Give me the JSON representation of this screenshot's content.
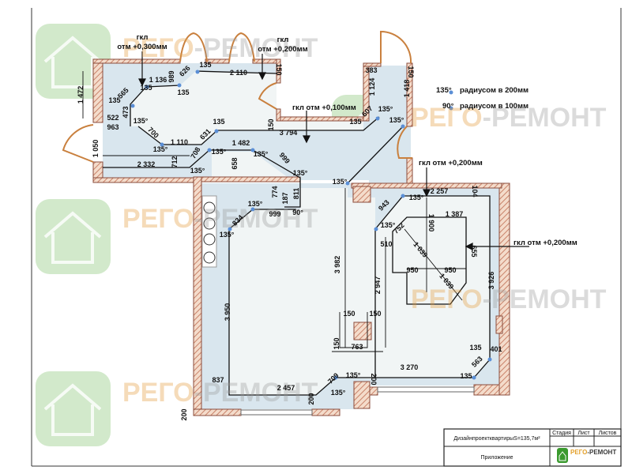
{
  "colors": {
    "wall": "#c9836a",
    "ceiling_zone": "#d9e6ee",
    "door": "#c9803e",
    "marker": "#5b8fd6",
    "watermark_green": "#7fbf6a"
  },
  "labels": {
    "gkl_1_a": "гкл",
    "gkl_1_b": "отм +0,300мм",
    "gkl_2_a": "гкл",
    "gkl_2_b": "отм +0,200мм",
    "gkl_3": "гкл отм +0,100мм",
    "gkl_4": "гкл отм +0,200мм",
    "gkl_5": "гкл отм +0,200мм"
  },
  "legend": [
    {
      "angle": "135°",
      "text": "радиусом в 200мм"
    },
    {
      "angle": "90°",
      "text": "радиусом в 100мм"
    }
  ],
  "watermark": {
    "part1": "РЕГО",
    "part2": "-РЕМОНТ"
  },
  "title_block": {
    "project": "ДизайнпроектквартирыS=135,7м²",
    "stage": "Стадия",
    "sheet": "Лист",
    "sheets": "Листов",
    "name": "Приложение",
    "logo_part1": "РЕГО",
    "logo_part2": "-РЕМОНТ"
  },
  "dims": [
    "1 472",
    "989",
    "626",
    "135",
    "2 110",
    "150",
    "1 136",
    "565",
    "135",
    "135",
    "135",
    "473",
    "522",
    "963",
    "135°",
    "700",
    "135",
    "631",
    "1 110",
    "135°",
    "150",
    "3 794",
    "135",
    "607",
    "135°",
    "135°",
    "383",
    "150",
    "1 124",
    "1 418",
    "1 050",
    "2 332",
    "712",
    "708",
    "135°",
    "1 482",
    "658",
    "135°",
    "999",
    "135°",
    "135°",
    "774",
    "187",
    "811",
    "135°",
    "999",
    "90°",
    "834",
    "135°",
    "3 950",
    "135°",
    "943",
    "135°",
    "2 257",
    "104",
    "135°",
    "752",
    "1 900",
    "1 387",
    "510",
    "1 039",
    "655",
    "3 982",
    "2 947",
    "950",
    "950",
    "1 039",
    "3 926",
    "150",
    "150",
    "150",
    "763",
    "135",
    "401",
    "563",
    "3 270",
    "135°",
    "200",
    "135",
    "709",
    "837",
    "2 457",
    "135°",
    "200",
    "200"
  ]
}
